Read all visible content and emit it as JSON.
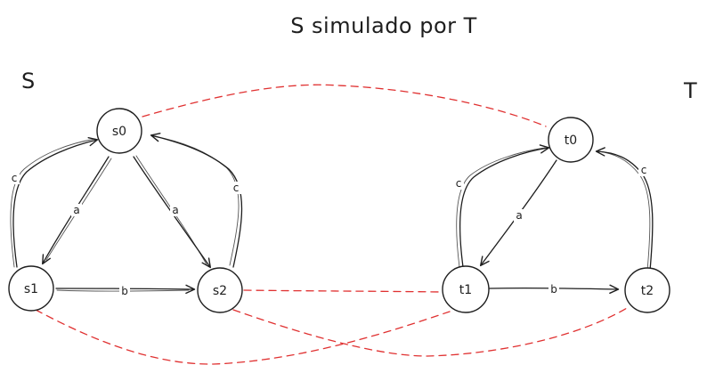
{
  "title": "S simulado por T",
  "graphs": {
    "S": {
      "label": "S",
      "nodes": {
        "s0": "s0",
        "s1": "s1",
        "s2": "s2"
      }
    },
    "T": {
      "label": "T",
      "nodes": {
        "t0": "t0",
        "t1": "t1",
        "t2": "t2"
      }
    }
  },
  "edges": {
    "s0_s1": "a",
    "s1_s0": "c",
    "s0_s2": "a",
    "s2_s0": "c",
    "s1_s2": "b",
    "t0_t1": "a",
    "t1_t0": "c",
    "t1_t2": "b",
    "t2_t0": "c"
  },
  "colors": {
    "stroke": "#1e1e1e",
    "simulation": "#e03131",
    "background": "#ffffff"
  }
}
